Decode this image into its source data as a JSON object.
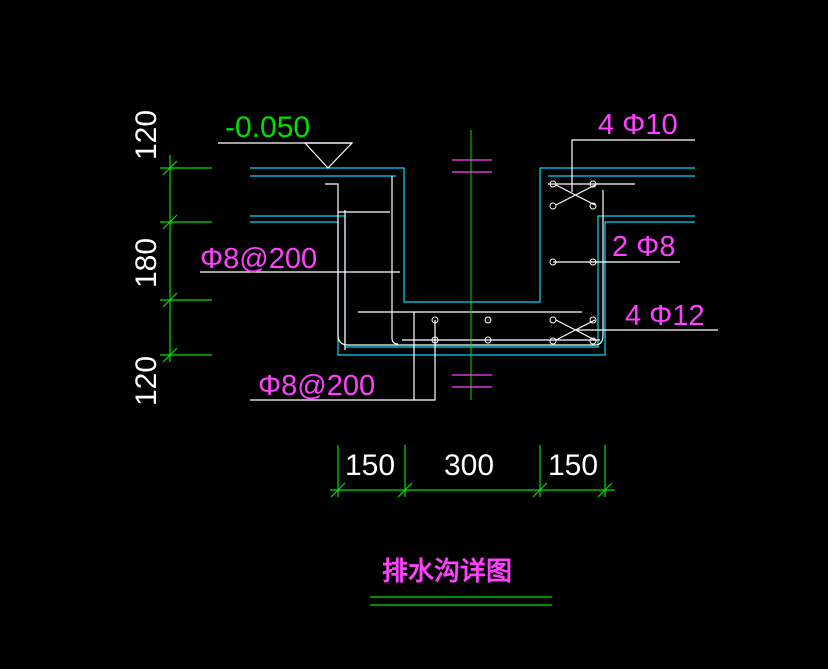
{
  "drawing": {
    "title": "排水沟详图",
    "elevation": "-0.050",
    "colors": {
      "background": "#000000",
      "outline": "#00d8ff",
      "rebar": "#ffffff",
      "dimension": "#00e000",
      "annotation": "#ff40ff",
      "centerline": "#ff40ff",
      "dimtext": "#ffffff"
    },
    "labels": {
      "top_rebar": "4 Φ10",
      "middle_rebar": "2 Φ8",
      "bottom_rebar": "4 Φ12",
      "stirrup_top": "Φ8@200",
      "stirrup_bottom": "Φ8@200"
    },
    "dimensions": {
      "vertical": [
        "120",
        "180",
        "120"
      ],
      "horizontal": [
        "150",
        "300",
        "150"
      ]
    }
  }
}
